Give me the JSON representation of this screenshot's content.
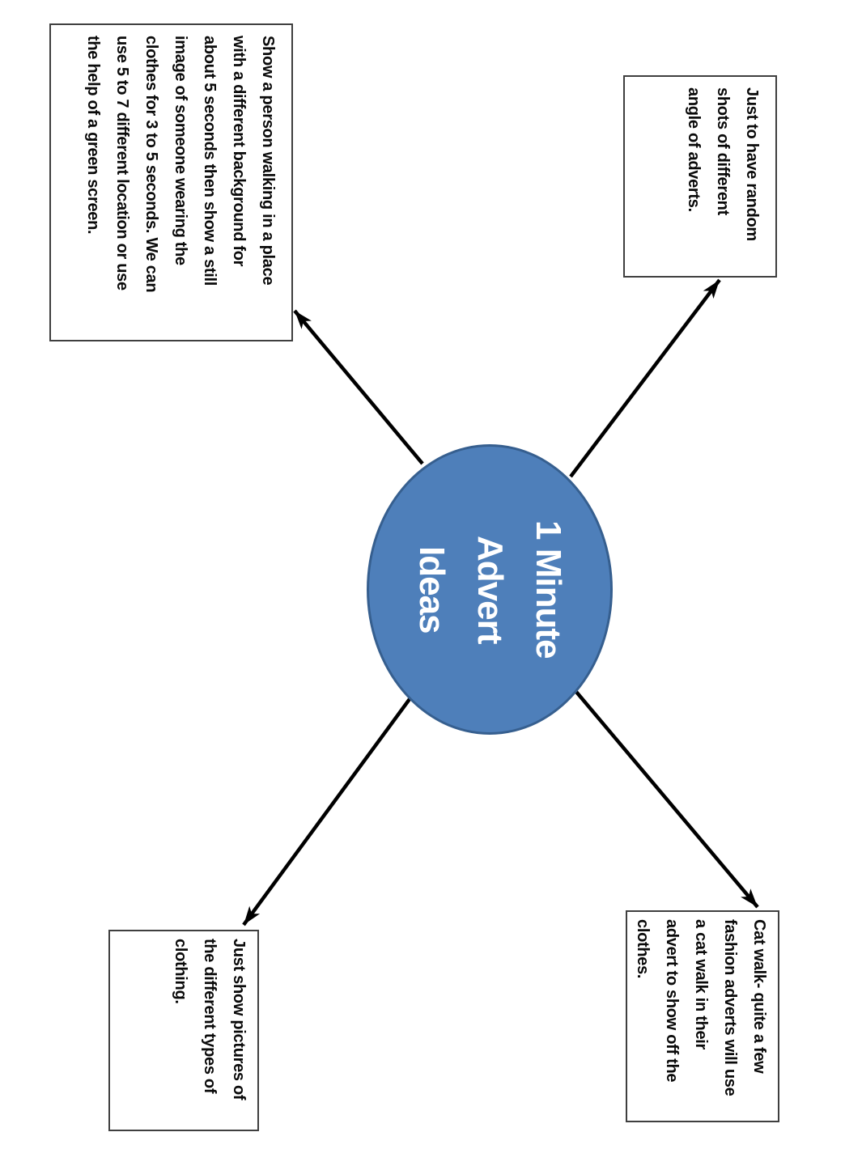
{
  "diagram": {
    "background": "#FFFFFF",
    "box_border_color": "#3F3F3F",
    "arrow_color": "#000000",
    "center": {
      "text": "1 Minute\nAdvert\nIdeas",
      "fill_color": "#4E7FBA",
      "border_color": "#365F8F",
      "text_color": "#FFFFFF"
    },
    "nodes": {
      "top_left": {
        "text": "Show a person walking in a place\nwith a different background for\nabout 5 seconds then show a still\nimage of someone wearing the\nclothes for 3 to 5 seconds. We can\nuse 5 to 7 different location or use\nthe help of a green screen."
      },
      "top_right": {
        "text": "Just to have random\nshots of different\nangle of adverts."
      },
      "bottom_left": {
        "text": "Just show pictures of\nthe different types of\nclothing."
      },
      "bottom_right": {
        "text": "Cat walk- quite a few\nfashion adverts will use\na cat walk in their\nadvert to show off the\nclothes."
      }
    }
  }
}
